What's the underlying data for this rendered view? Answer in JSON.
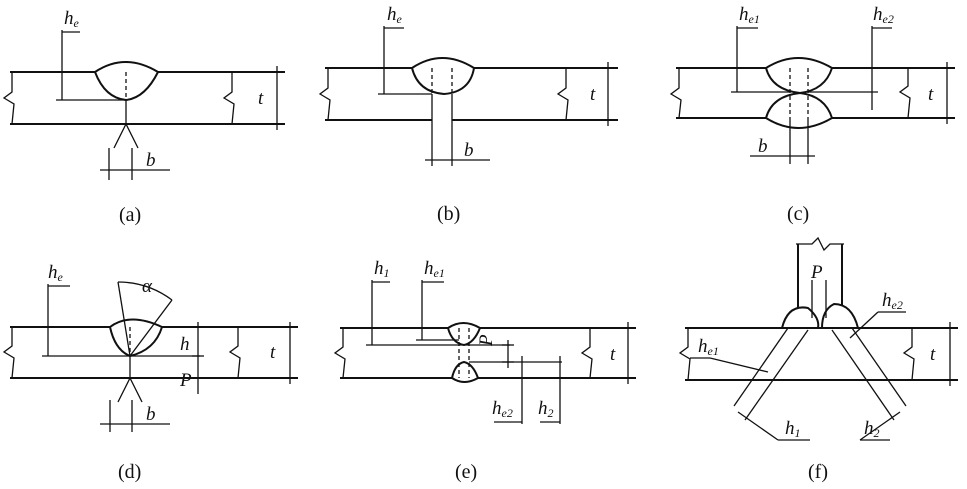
{
  "panels": [
    {
      "id": "a",
      "caption": "(a)",
      "labels": {
        "he": "h",
        "he_sub": "e",
        "b": "b",
        "t": "t"
      }
    },
    {
      "id": "b",
      "caption": "(b)",
      "labels": {
        "he": "h",
        "he_sub": "e",
        "b": "b",
        "t": "t"
      }
    },
    {
      "id": "c",
      "caption": "(c)",
      "labels": {
        "he1": "h",
        "he1_sub": "e1",
        "he2": "h",
        "he2_sub": "e2",
        "b": "b",
        "t": "t"
      }
    },
    {
      "id": "d",
      "caption": "(d)",
      "labels": {
        "he": "h",
        "he_sub": "e",
        "alpha": "α",
        "h": "h",
        "P": "P",
        "b": "b",
        "t": "t"
      }
    },
    {
      "id": "e",
      "caption": "(e)",
      "labels": {
        "h1": "h",
        "h1_sub": "1",
        "he1": "h",
        "he1_sub": "e1",
        "P": "P",
        "he2": "h",
        "he2_sub": "e2",
        "h2": "h",
        "h2_sub": "2",
        "t": "t"
      }
    },
    {
      "id": "f",
      "caption": "(f)",
      "labels": {
        "P": "P",
        "he2": "h",
        "he2_sub": "e2",
        "he1": "h",
        "he1_sub": "e1",
        "h1": "h",
        "h1_sub": "1",
        "h2": "h",
        "h2_sub": "2",
        "t": "t"
      }
    }
  ]
}
